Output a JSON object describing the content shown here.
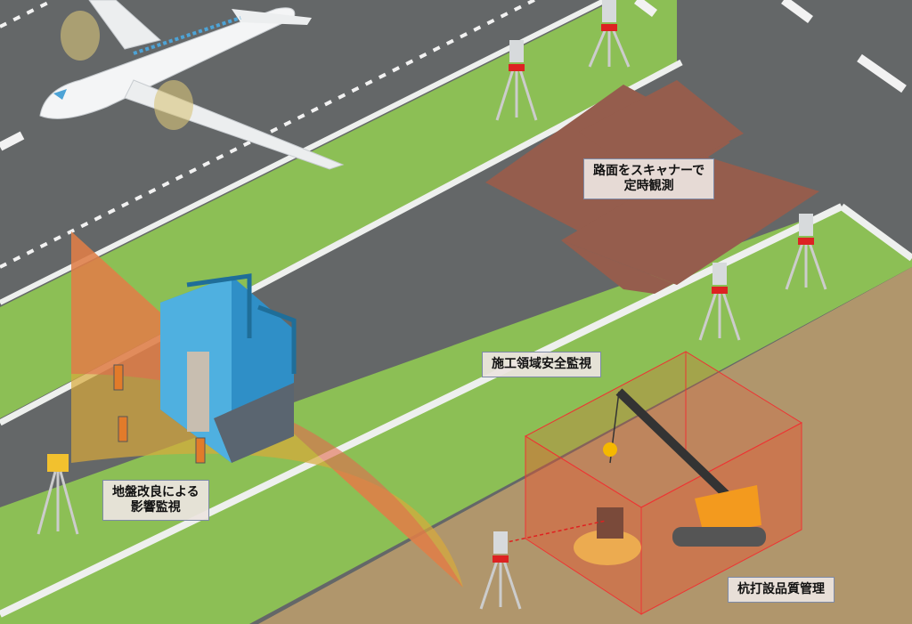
{
  "labels": {
    "scanner": {
      "line1": "路面をスキャナーで",
      "line2": "定時観測"
    },
    "safety": {
      "line1": "施工領域安全監視"
    },
    "ground": {
      "line1": "地盤改良による",
      "line2": "影響監視"
    },
    "pile": {
      "line1": "杭打設品質管理"
    }
  },
  "colors": {
    "road": "#646768",
    "grass": "#8cbf55",
    "soil": "#b0966c",
    "scan_area": "#955d4d",
    "monitor_zone": "#e8552f",
    "fan_inner": "#e36b4e",
    "fan_outer": "#d9a93a"
  }
}
